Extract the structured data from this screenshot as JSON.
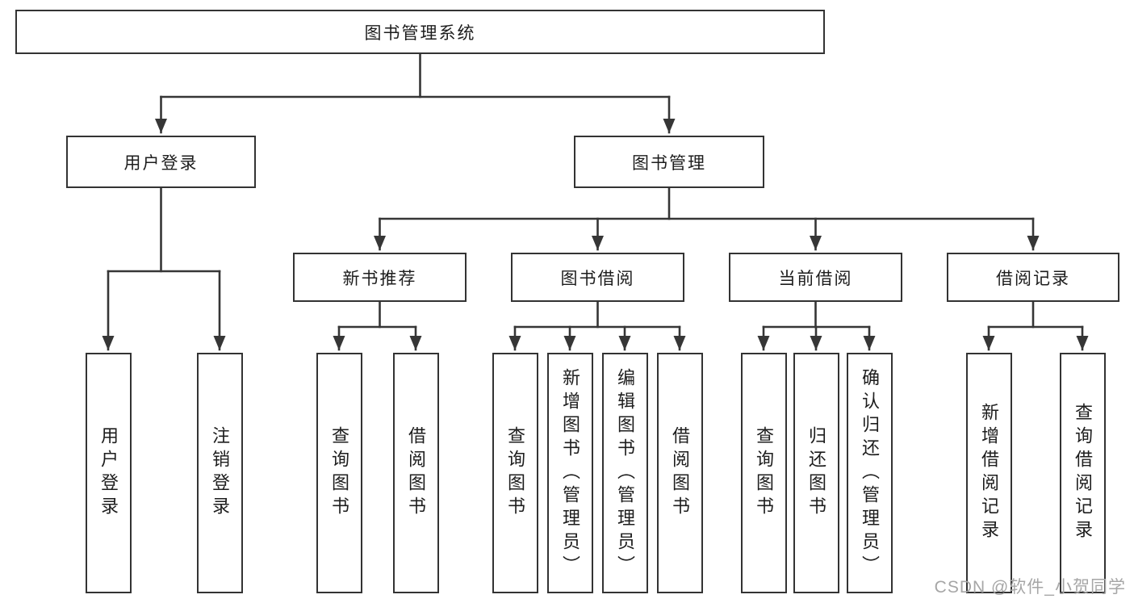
{
  "diagram": {
    "root": "图书管理系统",
    "level2": {
      "user_login": "用户登录",
      "book_management": "图书管理"
    },
    "level3": {
      "new_book_recommend": "新书推荐",
      "book_borrowing": "图书借阅",
      "current_borrowing": "当前借阅",
      "borrowing_records": "借阅记录"
    },
    "leaves": {
      "user_login": [
        "用户登录",
        "注销登录"
      ],
      "new_book_recommend": [
        "查询图书",
        "借阅图书"
      ],
      "book_borrowing": [
        "查询图书",
        "新增图书（管理员）",
        "编辑图书（管理员）",
        "借阅图书"
      ],
      "current_borrowing": [
        "查询图书",
        "归还图书",
        "确认归还（管理员）"
      ],
      "borrowing_records": [
        "新增借阅记录",
        "查询借阅记录"
      ]
    }
  },
  "watermark": "CSDN @软件_小贺同学",
  "colors": {
    "line": "#363636",
    "box_border": "#333333",
    "text": "#1d1d1d",
    "watermark": "#a6a6a6",
    "background": "#ffffff"
  }
}
